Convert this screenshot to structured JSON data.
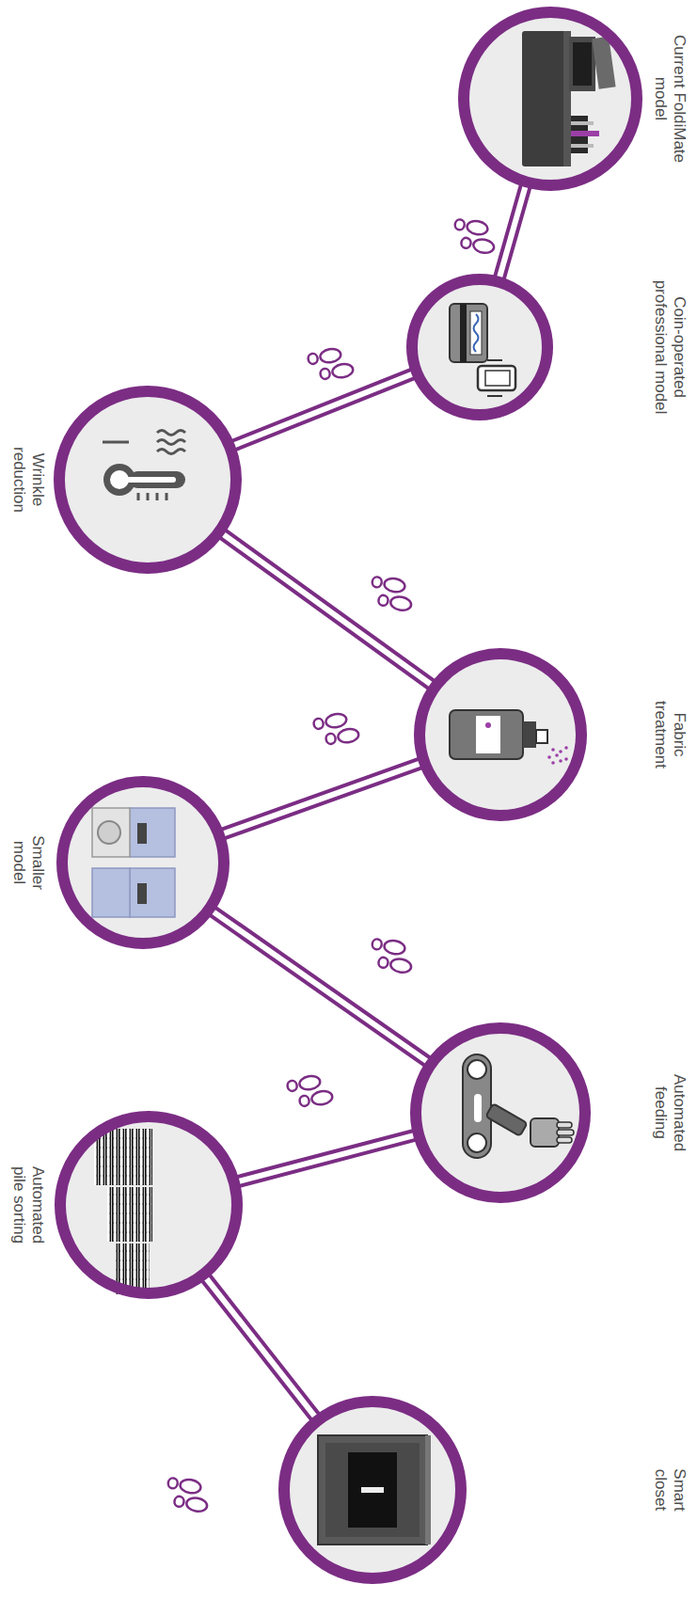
{
  "diagram": {
    "nodes": [
      {
        "text": [
          "Current FoldiMate model"
        ]
      },
      {
        "text": [
          "Coin-operated professional model"
        ]
      },
      {
        "text": [
          "Wrinkle reduction"
        ]
      },
      {
        "text": [
          "Fabric treatment"
        ]
      },
      {
        "text": [
          "Smaller model"
        ]
      },
      {
        "text": [
          "Automated feeding"
        ]
      },
      {
        "text": [
          "Automated pile sorting"
        ]
      },
      {
        "text": [
          "Smart closet"
        ]
      }
    ],
    "edges": [
      {
        "from": 0,
        "to": 1,
        "arrow": "none"
      },
      {
        "from": 1,
        "to": 2,
        "arrow": "none"
      },
      {
        "from": 2,
        "to": 3,
        "arrow": "none"
      },
      {
        "from": 3,
        "to": 4,
        "arrow": "none"
      },
      {
        "from": 4,
        "to": 5,
        "arrow": "none"
      },
      {
        "from": 5,
        "to": 6,
        "arrow": "none"
      },
      {
        "from": 6,
        "to": 7,
        "arrow": "none"
      }
    ]
  }
}
